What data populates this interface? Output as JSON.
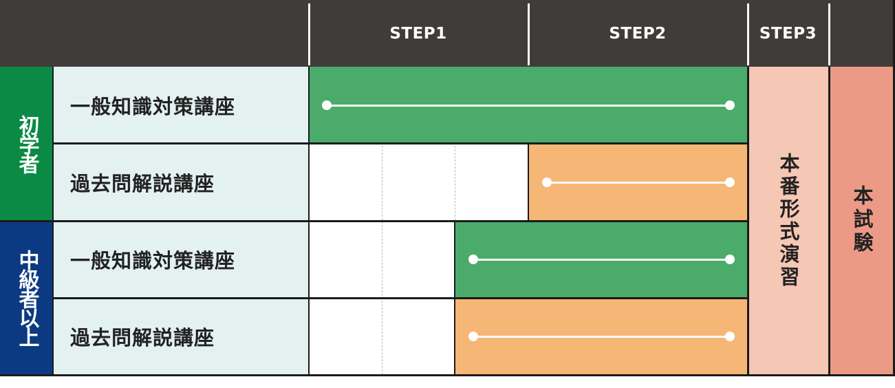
{
  "header": {
    "steps": [
      "STEP1",
      "STEP2",
      "STEP3"
    ]
  },
  "groups": [
    {
      "label": "初学者",
      "color": "#0a8a44"
    },
    {
      "label": "中級者以上",
      "color": "#0c3a82"
    }
  ],
  "rows": [
    {
      "course": "一般知識対策講座",
      "group": "初学者",
      "start": "STEP1",
      "end": "STEP2",
      "bar_color": "#4bab6a"
    },
    {
      "course": "過去問解説講座",
      "group": "初学者",
      "start": "STEP2",
      "end": "STEP2",
      "bar_color": "#f6b676"
    },
    {
      "course": "一般知識対策講座",
      "group": "中級者以上",
      "start": "STEP1 (後半)",
      "end": "STEP2",
      "bar_color": "#4bab6a"
    },
    {
      "course": "過去問解説講座",
      "group": "中級者以上",
      "start": "STEP1 (後半)",
      "end": "STEP2",
      "bar_color": "#f6b676"
    }
  ],
  "step3_box": {
    "label": "本番形式演習",
    "color": "#f5c7b5"
  },
  "exam_box": {
    "label": "本試験",
    "color": "#ec9a86"
  },
  "colors": {
    "header_bg": "#403c3a",
    "course_label_bg": "#e3f2f1",
    "green_bar": "#4bab6a",
    "orange_bar": "#f6b676"
  }
}
